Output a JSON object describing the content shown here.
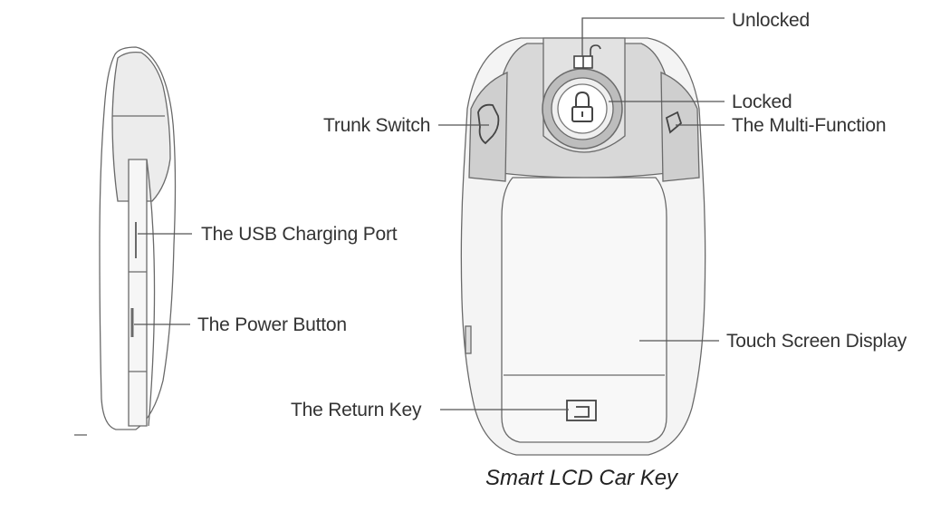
{
  "labels": {
    "unlocked": "Unlocked",
    "locked": "Locked",
    "trunk_switch": "Trunk Switch",
    "multi_function": "The Multi-Function",
    "usb_port": "The USB Charging Port",
    "power_button": "The Power Button",
    "touch_screen": "Touch Screen Display",
    "return_key": "The Return Key"
  },
  "caption": "Smart LCD Car Key",
  "colors": {
    "line": "#555555",
    "outline": "#6a6a6a",
    "shade": "#dcdcdc",
    "text": "#333333"
  }
}
